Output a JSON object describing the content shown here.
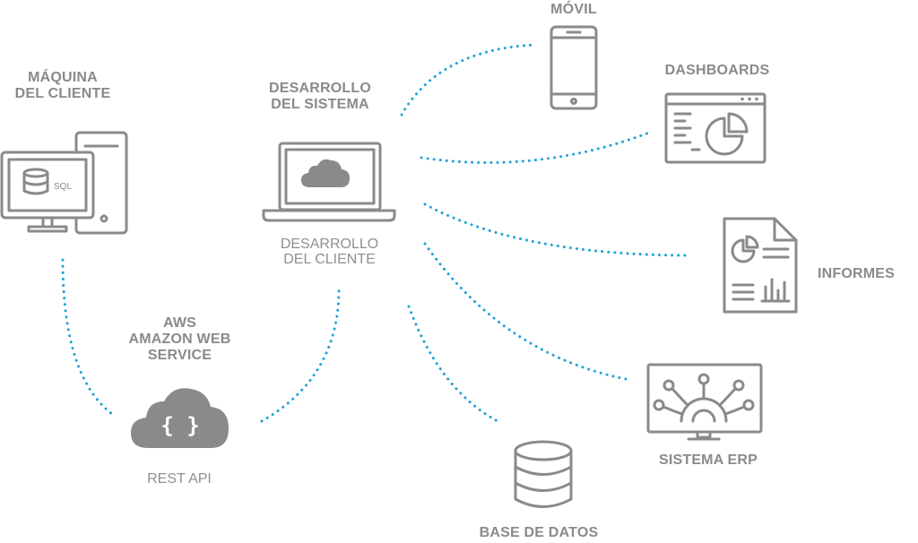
{
  "nodes": {
    "client_machine": {
      "line1": "MÁQUINA",
      "line2": "DEL CLIENTE",
      "sql_label": "SQL"
    },
    "system_dev": {
      "line1": "DESARROLLO",
      "line2": "DEL SISTEMA"
    },
    "client_dev": {
      "line1": "DESARROLLO",
      "line2": "DEL CLIENTE"
    },
    "aws": {
      "line1": "AWS",
      "line2": "AMAZON WEB",
      "line3": "SERVICE",
      "caption": "REST API",
      "braces": "{ }"
    },
    "mobile": {
      "label": "MÓVIL"
    },
    "dashboards": {
      "label": "DASHBOARDS"
    },
    "reports": {
      "label": "INFORMES"
    },
    "erp": {
      "label": "SISTEMA ERP"
    },
    "database": {
      "label": "BASE DE DATOS"
    }
  },
  "colors": {
    "icon": "#8a8a8a",
    "connector": "#1fa3d8",
    "background": "#ffffff"
  }
}
